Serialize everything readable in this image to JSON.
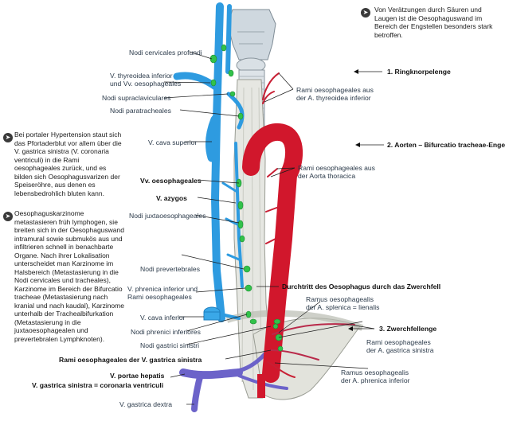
{
  "notes": {
    "top_right": "Von Verätzungen durch Säuren und Laugen ist die Oesophaguswand im Bereich der Engstellen besonders stark betroffen.",
    "left_1": "Bei portaler Hypertension staut sich das Pfortaderblut vor allem über die V. gastrica sinistra (V. coronaria ventriculi) in die Rami oesophageales zurück, und es bilden sich Oesophagusvarizen der Speiseröhre, aus denen es lebensbedrohlich bluten kann.",
    "left_2": "Oesophaguskarzinome metastasieren früh lymphogen, sie breiten sich in der Oesophaguswand intramural sowie submukös aus und infiltrieren schnell in benachbarte Organe. Nach ihrer Lokalisation unterscheidet man Karzinome im Halsbereich (Metastasierung in die Nodi cervicales und tracheales), Karzinome im Bereich der Bifurcatio tracheae (Metastasierung nach kranial und nach kaudal), Karzinome unterhalb der Trachealbifurkation (Metastasierung in die juxtaoesophagealen und prevertebralen Lymphknoten)."
  },
  "constrictions": {
    "c1": "1. Ringknorpelenge",
    "c2": "2. Aorten – Bifurcatio tracheae-Enge",
    "c3": "3. Zwerchfellenge"
  },
  "labels": {
    "nodi_cervicales": "Nodi cervicales profundi",
    "v_thyreoidea_1": "V. thyreoidea inferior",
    "v_thyreoidea_2": "und Vv. oesophageales",
    "nodi_supraclav": "Nodi supraclaviculares",
    "nodi_paratrach": "Nodi paratracheales",
    "v_cava_sup": "V. cava superior",
    "vv_oesoph": "Vv. oesophageales",
    "v_azygos": "V. azygos",
    "nodi_juxta": "Nodi juxtaoesophageales",
    "nodi_prevert": "Nodi prevertebrales",
    "v_phrenica_1": "V. phrenica inferior und",
    "v_phrenica_2": "Rami oesophageales",
    "v_cava_inf": "V. cava inferior",
    "nodi_phrenici": "Nodi phrenici inferiores",
    "nodi_gastrici": "Nodi gastrici sinistri",
    "rami_v_gastrica": "Rami oesophageales der V. gastrica sinistra",
    "v_portae": "V. portae hepatis",
    "v_gastrica_sin": "V. gastrica sinistra = coronaria ventriculi",
    "v_gastrica_dex": "V. gastrica dextra",
    "rami_thyr_1": "Rami oesophageales aus",
    "rami_thyr_2": "der A. thyreoidea inferior",
    "rami_aorta_1": "Rami oesophageales  aus",
    "rami_aorta_2": "der Aorta thoracica",
    "durchtritt": "Durchtritt des Oesophagus durch das Zwerchfell",
    "ramus_lien_1": "Ramus oesophagealis",
    "ramus_lien_2": "der A. splenica = lienalis",
    "rami_gastr_1": "Rami oesophageales",
    "rami_gastr_2": "der A. gastrica sinistra",
    "ramus_phren_1": "Ramus oesophagealis",
    "ramus_phren_2": "der A. phrenica inferior"
  }
}
